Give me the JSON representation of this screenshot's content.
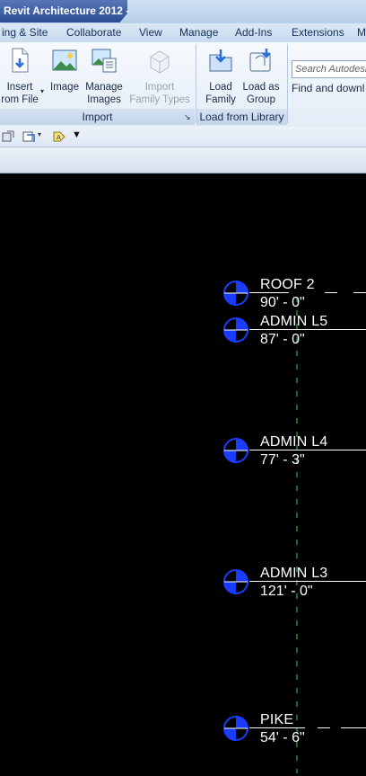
{
  "app": {
    "title": "Revit Architecture 2012 -"
  },
  "ribbon_tabs": [
    {
      "label": "ing & Site"
    },
    {
      "label": "Collaborate"
    },
    {
      "label": "View"
    },
    {
      "label": "Manage"
    },
    {
      "label": "Add-Ins"
    },
    {
      "label": "Extensions"
    },
    {
      "label": "M"
    }
  ],
  "ribbon": {
    "insert_from_file": {
      "line1": "Insert",
      "line2": "rom File"
    },
    "image": {
      "line1": "Image",
      "line2": ""
    },
    "manage_images": {
      "line1": "Manage",
      "line2": "Images"
    },
    "import_family_types": {
      "line1": "Import",
      "line2": "Family Types"
    },
    "import_panel_label": "Import",
    "load_family": {
      "line1": "Load",
      "line2": "Family"
    },
    "load_as_group": {
      "line1": "Load as",
      "line2": "Group"
    },
    "load_panel_label": "Load from Library",
    "search_placeholder": "Search Autodesk",
    "find_text": "Find and downl"
  },
  "levels": [
    {
      "name": "ROOF 2",
      "elevation": "90' - 0\""
    },
    {
      "name": "ADMIN L5",
      "elevation": "87' - 0\""
    },
    {
      "name": "ADMIN L4",
      "elevation": "77' - 3\""
    },
    {
      "name": "ADMIN L3",
      "elevation": "121' - 0\""
    },
    {
      "name": "PIKE",
      "elevation": "54' - 6\""
    }
  ],
  "colors": {
    "level_head_blue": "#1a3cff",
    "grid_dash_green": "#2ea84a"
  }
}
